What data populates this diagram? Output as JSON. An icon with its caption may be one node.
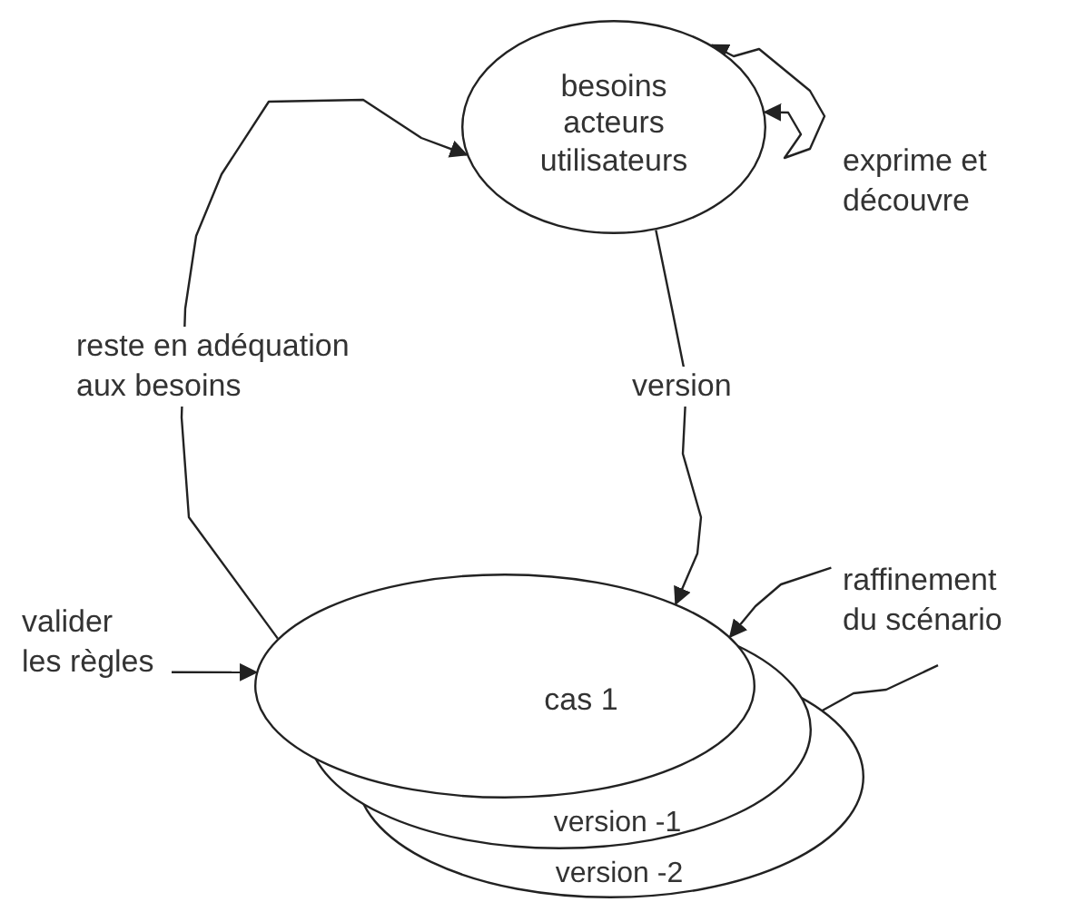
{
  "diagram": {
    "nodes": [
      {
        "text": [
          "besoins acteurs utilisateurs"
        ]
      },
      {
        "text": [
          "cas 1"
        ]
      },
      {
        "text": [
          "version -1"
        ]
      },
      {
        "text": [
          "version -2"
        ]
      },
      {
        "text": [
          "raffinement du scénario"
        ]
      },
      {
        "text": [
          "valider les règles"
        ]
      }
    ],
    "edges": [
      {
        "from": 0,
        "to": 0,
        "arrow": "both",
        "label": "exprime et découvre"
      },
      {
        "from": 0,
        "to": 1,
        "arrow": "to",
        "label": "version"
      },
      {
        "from": 1,
        "to": 0,
        "arrow": "to",
        "label": "reste en adéquation aux besoins"
      },
      {
        "from": 5,
        "to": 1,
        "arrow": "to"
      },
      {
        "from": 4,
        "to": 1,
        "arrow": "to"
      },
      {
        "from": 4,
        "to": 2,
        "arrow": "none"
      }
    ]
  }
}
